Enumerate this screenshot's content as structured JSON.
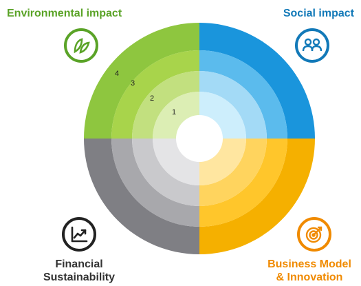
{
  "colors": {
    "environmental": [
      "#dceeb4",
      "#c2e07f",
      "#a8d44b",
      "#8ec63f"
    ],
    "social": [
      "#cdeefc",
      "#a3daf6",
      "#5bbbed",
      "#1a95dc"
    ],
    "financial": [
      "#e4e4e6",
      "#c9c9cc",
      "#a8a8ac",
      "#7f7f84"
    ],
    "business": [
      "#ffe6a0",
      "#ffd45e",
      "#ffc62b",
      "#f5b000"
    ],
    "hub": "#ffffff",
    "label_green": "#5aa327",
    "label_blue": "#1279b8",
    "label_dark": "#333333",
    "label_orange": "#f08a00"
  },
  "quadrants": {
    "environmental": {
      "label": "Environmental impact",
      "icon": "leaf-icon"
    },
    "social": {
      "label": "Social impact",
      "icon": "people-icon"
    },
    "financial": {
      "label_line1": "Financial",
      "label_line2": "Sustainability",
      "icon": "chart-icon"
    },
    "business": {
      "label_line1": "Business Model",
      "label_line2": "& Innovation",
      "icon": "target-icon"
    }
  },
  "ring_levels": [
    "1",
    "2",
    "3",
    "4"
  ]
}
